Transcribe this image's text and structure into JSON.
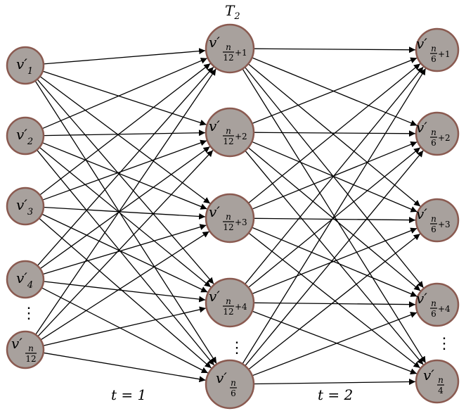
{
  "diagram": {
    "title": "T",
    "title_sub": "2",
    "time_labels": [
      "t = 1",
      "t = 2"
    ],
    "ellipsis": "⋮",
    "columns": [
      {
        "name": "left",
        "nodes": [
          {
            "id": "L1",
            "base": "v′",
            "sub": "1"
          },
          {
            "id": "L2",
            "base": "v′",
            "sub": "2"
          },
          {
            "id": "L3",
            "base": "v′",
            "sub": "3"
          },
          {
            "id": "L4",
            "base": "v′",
            "sub": "4"
          },
          {
            "id": "L5",
            "base": "v′",
            "frac_num": "n",
            "frac_den": "12",
            "suffix": ""
          }
        ]
      },
      {
        "name": "middle",
        "nodes": [
          {
            "id": "M1",
            "base": "v′",
            "frac_num": "n",
            "frac_den": "12",
            "suffix": "+1"
          },
          {
            "id": "M2",
            "base": "v′",
            "frac_num": "n",
            "frac_den": "12",
            "suffix": "+2"
          },
          {
            "id": "M3",
            "base": "v′",
            "frac_num": "n",
            "frac_den": "12",
            "suffix": "+3"
          },
          {
            "id": "M4",
            "base": "v′",
            "frac_num": "n",
            "frac_den": "12",
            "suffix": "+4"
          },
          {
            "id": "M5",
            "base": "v′",
            "frac_num": "n",
            "frac_den": "6",
            "suffix": ""
          }
        ]
      },
      {
        "name": "right",
        "nodes": [
          {
            "id": "R1",
            "base": "v′",
            "frac_num": "n",
            "frac_den": "6",
            "suffix": "+1"
          },
          {
            "id": "R2",
            "base": "v′",
            "frac_num": "n",
            "frac_den": "6",
            "suffix": "+2"
          },
          {
            "id": "R3",
            "base": "v′",
            "frac_num": "n",
            "frac_den": "6",
            "suffix": "+3"
          },
          {
            "id": "R4",
            "base": "v′",
            "frac_num": "n",
            "frac_den": "6",
            "suffix": "+4"
          },
          {
            "id": "R5",
            "base": "v′",
            "frac_num": "n",
            "frac_den": "4",
            "suffix": ""
          }
        ]
      }
    ],
    "edge_sets": [
      {
        "from_column": "left",
        "to_column": "middle",
        "pattern": "complete"
      },
      {
        "from_column": "middle",
        "to_column": "right",
        "pattern": "complete"
      }
    ]
  }
}
